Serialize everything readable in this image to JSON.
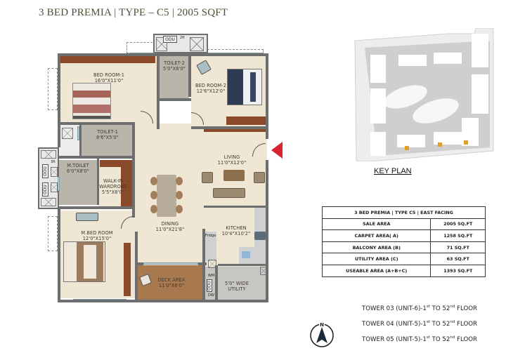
{
  "title": "3 BED PREMIA | TYPE – C5 | 2005 SQFT",
  "plan": {
    "rooms": {
      "bedroom1": {
        "name": "BED ROOM-1",
        "size": "16'0\"X11'0\""
      },
      "toilet2": {
        "name": "TOILET-2",
        "size": "5'0\"X8'0\""
      },
      "bedroom2": {
        "name": "BED ROOM-2",
        "size": "12'6\"X12'0\""
      },
      "toilet1": {
        "name": "TOILET-1",
        "size": "8'6\"X5'0\""
      },
      "mtoilet": {
        "name": "M.TOILET",
        "size": "6'0\"X8'0\""
      },
      "wardrobe": {
        "name": "WALK-IN",
        "name2": "WARDROBE",
        "size": "5'5\"X8'0\""
      },
      "living": {
        "name": "LIVING",
        "size": "11'0\"X12'0\""
      },
      "dining": {
        "name": "DINING",
        "size": "11'0\"X21'8\""
      },
      "kitchen": {
        "name": "KITCHEN",
        "size": "10'4\"X10'2\""
      },
      "mbedroom": {
        "name": "M.BED ROOM",
        "size": "12'0\"X15'0\""
      },
      "deck": {
        "name": "DECK AREA",
        "size": "11'0\"X6'0\""
      },
      "utility": {
        "name": "5'0\" WIDE",
        "name2": "UTILITY"
      }
    },
    "labels": {
      "odu": "ODU",
      "odu_size_top": "2ft",
      "odu_size_side": "3ft",
      "fridge": "Fridge",
      "wm": "WM",
      "dw": "DW"
    },
    "entry_marker_color": "#d8252f"
  },
  "keyplan": {
    "label": "KEY PLAN",
    "highlight_color": "#e0a020"
  },
  "area_table": {
    "header": "3 BED PREMIA | TYPE C5 | EAST FACING",
    "rows": [
      {
        "label": "SALE AREA",
        "value": "2005 SQ.FT"
      },
      {
        "label": "CARPET AREA( A)",
        "value": "1258 SQ.FT"
      },
      {
        "label": "BALCONY AREA (B)",
        "value": "71 SQ.FT"
      },
      {
        "label": "UTILITY AREA (C)",
        "value": "63 SQ.FT"
      },
      {
        "label": "USEABLE AREA (A+B+C)",
        "value": "1393 SQ.FT"
      }
    ]
  },
  "towers": [
    {
      "prefix": "TOWER 03 (UNIT-6)-1",
      "sup1": "st",
      "mid": " TO 52",
      "sup2": "nd",
      "suffix": " FLOOR"
    },
    {
      "prefix": "TOWER 04 (UNIT-5)-1",
      "sup1": "st",
      "mid": " TO 52",
      "sup2": "nd",
      "suffix": " FLOOR"
    },
    {
      "prefix": "TOWER 05 (UNIT-5)-1",
      "sup1": "st",
      "mid": " TO 52",
      "sup2": "nd",
      "suffix": " FLOOR"
    }
  ],
  "compass": {
    "label": "N"
  }
}
